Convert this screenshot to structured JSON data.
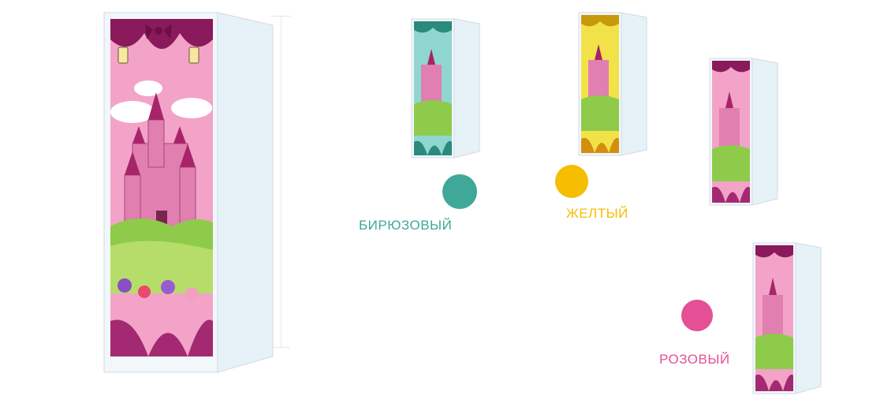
{
  "options": [
    {
      "id": "turquoise",
      "label": "БИРЮЗОВЫЙ",
      "color": "#3fa898"
    },
    {
      "id": "yellow",
      "label": "ЖЕЛТЫЙ",
      "color": "#f5be00"
    },
    {
      "id": "pink",
      "label": "РОЗОВЫЙ",
      "color": "#e44f95"
    }
  ],
  "cabinet_body_color": "#e6f1f8",
  "door_background_color": "#f3a3c8",
  "castle_color": "#e07fb0",
  "grass_color": "#8ecb4a",
  "curtain_color": "#8a1a5c"
}
